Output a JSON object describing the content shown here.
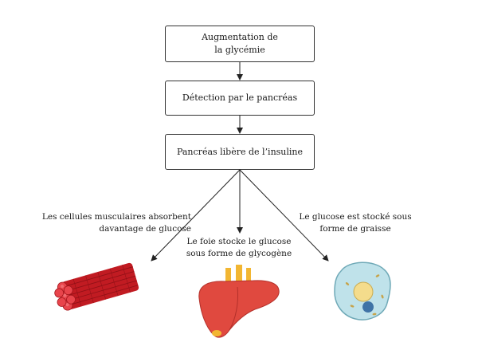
{
  "steps": [
    {
      "label": "Augmentation de\nla glycémie"
    },
    {
      "label": "Détection par le pancréas"
    },
    {
      "label": "Pancréas libère de l’insuline"
    }
  ],
  "outcomes": {
    "muscle": {
      "label": "Les cellules musculaires absorbent\ndavantage de glucose",
      "icon": "muscle-fibers-icon"
    },
    "liver": {
      "label": "Le foie stocke le glucose\nsous forme de glycogène",
      "icon": "liver-icon"
    },
    "fat": {
      "label": "Le glucose est stocké sous\nforme de graisse",
      "icon": "fat-cell-icon"
    }
  },
  "colors": {
    "muscle": "#d8232a",
    "liver": "#e0493f",
    "liver_vessels": "#f2b632",
    "fat_cell": "#bfe2ea",
    "fat_nucleus": "#f4dc8c",
    "fat_droplet": "#3f73a6"
  }
}
